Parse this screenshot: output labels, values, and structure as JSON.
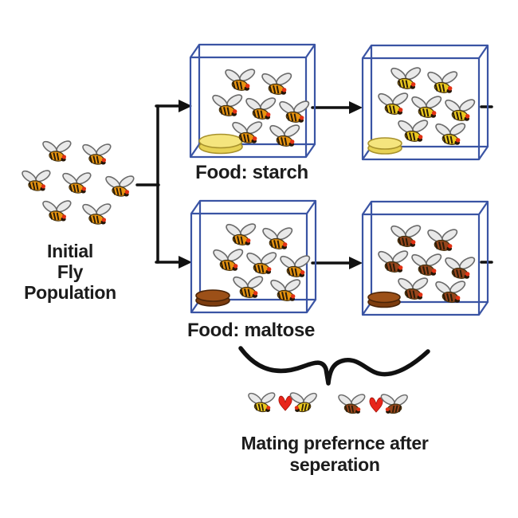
{
  "diagram": {
    "initial_population": {
      "label_lines": [
        "Initial",
        "Fly",
        "Population"
      ],
      "fly_count": 7,
      "fly_color": "orange"
    },
    "starch_branch": {
      "food_label": "Food: starch",
      "food": "starch",
      "generation1": {
        "fly_count": 7,
        "fly_color": "orange"
      },
      "after_generations": {
        "fly_count": 7,
        "fly_color": "yellow"
      }
    },
    "maltose_branch": {
      "food_label": "Food: maltose",
      "food": "maltose",
      "generation1": {
        "fly_count": 7,
        "fly_color": "orange"
      },
      "after_generations": {
        "fly_count": 7,
        "fly_color": "brown"
      }
    },
    "mating_pairs": [
      {
        "name": "starch-adapted-pair",
        "fly_color": "yellow",
        "symbol": "heart"
      },
      {
        "name": "maltose-adapted-pair",
        "fly_color": "brown",
        "symbol": "heart"
      }
    ],
    "caption_lines": [
      "Mating prefernce after",
      "seperation"
    ]
  },
  "colors": {
    "box_outline": "#3a54a4",
    "arrow": "#111111",
    "text": "#1c1c1c",
    "fly_orange": "#e8940f",
    "fly_yellow": "#eac81e",
    "fly_brown": "#96451c",
    "wing": "#e9e9e9",
    "starch_food": "#f5e57e",
    "starch_food_side": "#e7d255",
    "maltose_food": "#9c5018",
    "maltose_food_side": "#7c3c0e",
    "heart": "#e8251a"
  }
}
